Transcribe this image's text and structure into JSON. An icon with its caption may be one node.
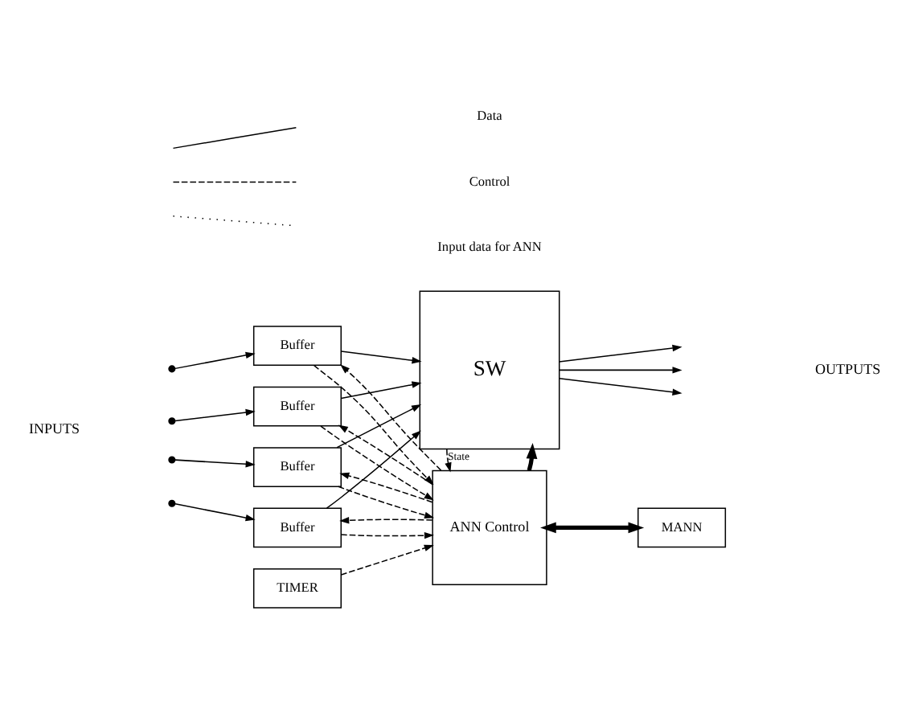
{
  "diagram": {
    "nodes": [
      {
        "text": [
          "Buffer"
        ]
      },
      {
        "text": [
          "Buffer"
        ]
      },
      {
        "text": [
          "Buffer"
        ]
      },
      {
        "text": [
          "Buffer"
        ]
      },
      {
        "text": [
          "SW"
        ]
      },
      {
        "text": [
          "ANN Control"
        ]
      },
      {
        "text": [
          "TIMER"
        ]
      },
      {
        "text": [
          "MANN"
        ]
      }
    ],
    "edges": [
      {
        "from": null,
        "to": 0,
        "arrow": "to"
      },
      {
        "from": null,
        "to": 1,
        "arrow": "to"
      },
      {
        "from": null,
        "to": 2,
        "arrow": "to"
      },
      {
        "from": null,
        "to": 3,
        "arrow": "to"
      },
      {
        "from": 5,
        "to": 0,
        "arrow": "to",
        "style": "dashed"
      },
      {
        "from": 5,
        "to": 1,
        "arrow": "to",
        "style": "dashed"
      },
      {
        "from": 5,
        "to": 2,
        "arrow": "to",
        "style": "dashed"
      },
      {
        "from": 5,
        "to": 3,
        "arrow": "to",
        "style": "dashed"
      },
      {
        "from": 0,
        "to": 4,
        "arrow": "to"
      },
      {
        "from": 1,
        "to": 4,
        "arrow": "to"
      },
      {
        "from": 2,
        "to": 4,
        "arrow": "to"
      },
      {
        "from": 3,
        "to": 4,
        "arrow": "to"
      },
      {
        "from": 0,
        "to": 5,
        "arrow": "to",
        "style": "dashed"
      },
      {
        "from": 1,
        "to": 5,
        "arrow": "to",
        "style": "dashed"
      },
      {
        "from": 2,
        "to": 5,
        "arrow": "to",
        "style": "dashed"
      },
      {
        "from": 3,
        "to": 5,
        "arrow": "to",
        "style": "dashed"
      },
      {
        "from": 4,
        "to": null,
        "arrow": "to"
      },
      {
        "from": 4,
        "to": null,
        "arrow": "to"
      },
      {
        "from": 4,
        "to": null,
        "arrow": "to"
      },
      {
        "from": 5,
        "to": 4,
        "arrow": "to",
        "style": "thick"
      },
      {
        "from": 4,
        "to": 5,
        "arrow": "to",
        "style": "dashed",
        "label": "State"
      },
      {
        "from": 6,
        "to": 5,
        "arrow": "to",
        "style": "dashed"
      },
      {
        "from": 5,
        "to": 7,
        "arrow": "both",
        "style": "thick"
      }
    ],
    "labels": [
      "INPUTS",
      "OUTPUTS"
    ],
    "legend": [
      {
        "text": "Data"
      },
      {
        "text": "Control"
      },
      {
        "text": "Input data for ANN"
      }
    ]
  }
}
